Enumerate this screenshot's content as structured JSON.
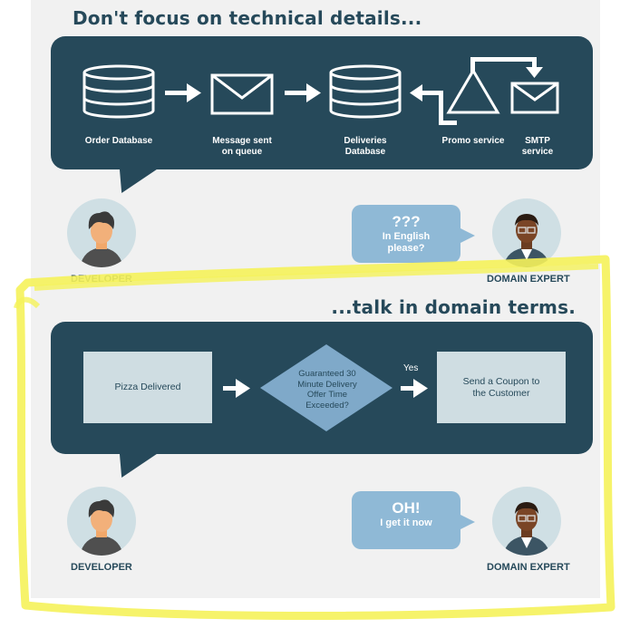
{
  "top_section": {
    "heading": "Don't focus on technical details...",
    "nodes": {
      "order_db": "Order Database",
      "message": "Message sent\non queue",
      "deliveries_db": "Deliveries\nDatabase",
      "promo": "Promo service",
      "smtp": "SMTP\nservice"
    },
    "developer_label": "DEVELOPER",
    "expert_label": "DOMAIN EXPERT",
    "speech_big": "???",
    "speech_small": "In English\nplease?"
  },
  "bottom_section": {
    "heading": "...talk in domain terms.",
    "step1": "Pizza Delivered",
    "decision": "Guaranteed 30\nMinute Delivery\nOffer Time\nExceeded?",
    "yes_label": "Yes",
    "step3": "Send a Coupon to\nthe Customer",
    "developer_label": "DEVELOPER",
    "expert_label": "DOMAIN EXPERT",
    "speech_big": "OH!",
    "speech_small": "I get it now"
  },
  "colors": {
    "dark_panel": "#26495a",
    "light_box": "#cfdde2",
    "diamond": "#7fa9c9",
    "speech": "#8fb9d6",
    "highlight": "#f5f25a"
  }
}
